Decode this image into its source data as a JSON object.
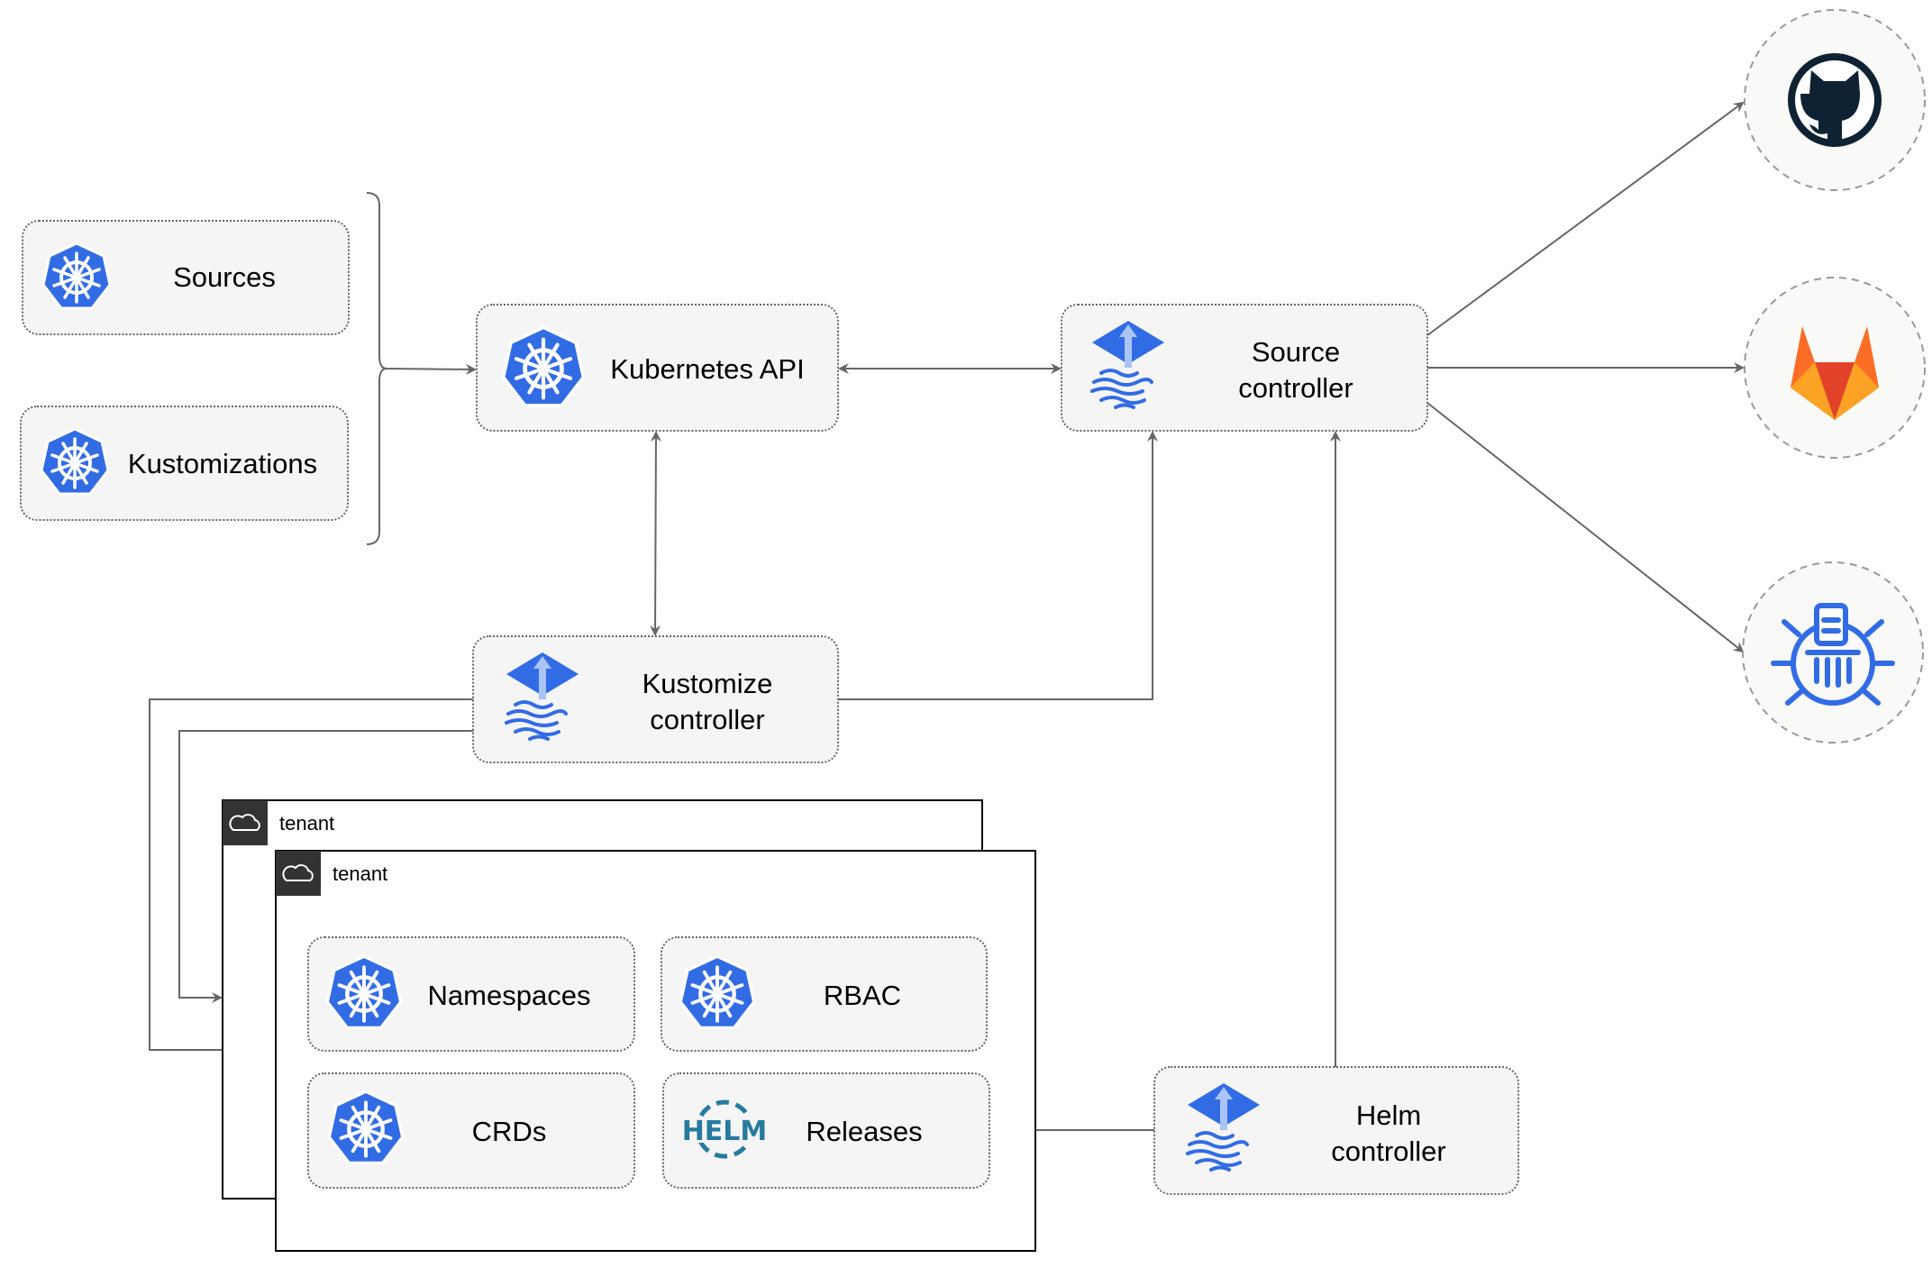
{
  "nodes": {
    "sources": "Sources",
    "kustomizations": "Kustomizations",
    "kubernetes_api": "Kubernetes API",
    "source_controller": [
      "Source",
      "controller"
    ],
    "kustomize_controller": [
      "Kustomize",
      "controller"
    ],
    "helm_controller": [
      "Helm",
      "controller"
    ],
    "namespaces": "Namespaces",
    "rbac": "RBAC",
    "crds": "CRDs",
    "releases": "Releases"
  },
  "tenants": [
    "tenant",
    "tenant"
  ],
  "helm_logo_text": "HELM",
  "external_sources": [
    "github-icon",
    "gitlab-icon",
    "bucket-icon"
  ],
  "colors": {
    "kubernetes_blue": "#326ce5",
    "box_fill": "#f5f5f5",
    "edge": "#666666",
    "github": "#0f2233",
    "gitlab_orange": "#e24329",
    "helm": "#277a9f"
  }
}
